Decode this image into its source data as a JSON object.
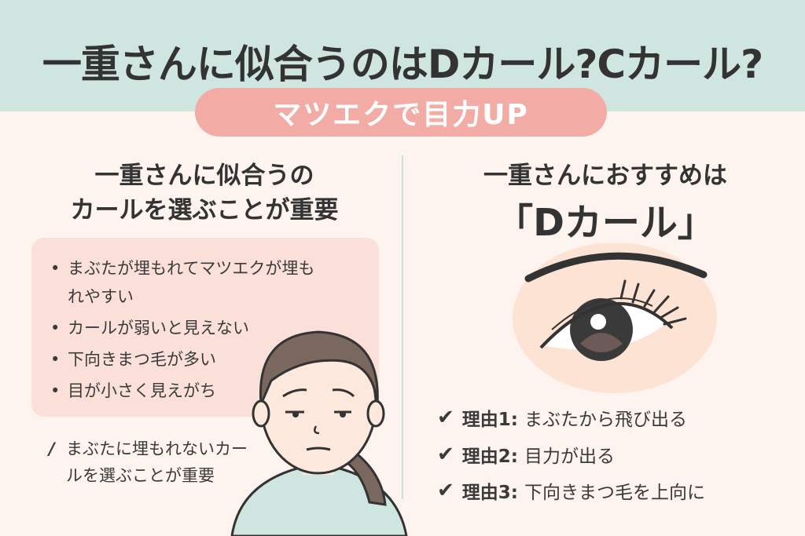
{
  "title": "一重さんに似合うのはDカール?Cカール?",
  "badge": "マツエクで目力UP",
  "left": {
    "heading_line1": "一重さんに似合うの",
    "heading_line2": "カールを選ぶことが重要",
    "bullets": [
      "まぶたが埋もれてマツエクが埋も",
      "カールが弱いと見えない",
      "下向きまつ毛が多い",
      "目が小さく見えがち"
    ],
    "bullet1_continuation": "れやすい",
    "note_line1": "まぶたに埋もれないカー",
    "note_line2": "ルを選ぶことが重要"
  },
  "right": {
    "heading_line1": "一重さんにおすすめは",
    "heading_line2": "「Dカール」",
    "reasons": [
      {
        "label": "理由1:",
        "text": "まぶたから飛び出る"
      },
      {
        "label": "理由2:",
        "text": "目力が出る"
      },
      {
        "label": "理由3:",
        "text": "下向きまつ毛を上向に"
      }
    ]
  },
  "colors": {
    "band": "#cfe5df",
    "badge": "#f2aca5",
    "box": "#fbe0da",
    "background": "#fdf3ef"
  }
}
